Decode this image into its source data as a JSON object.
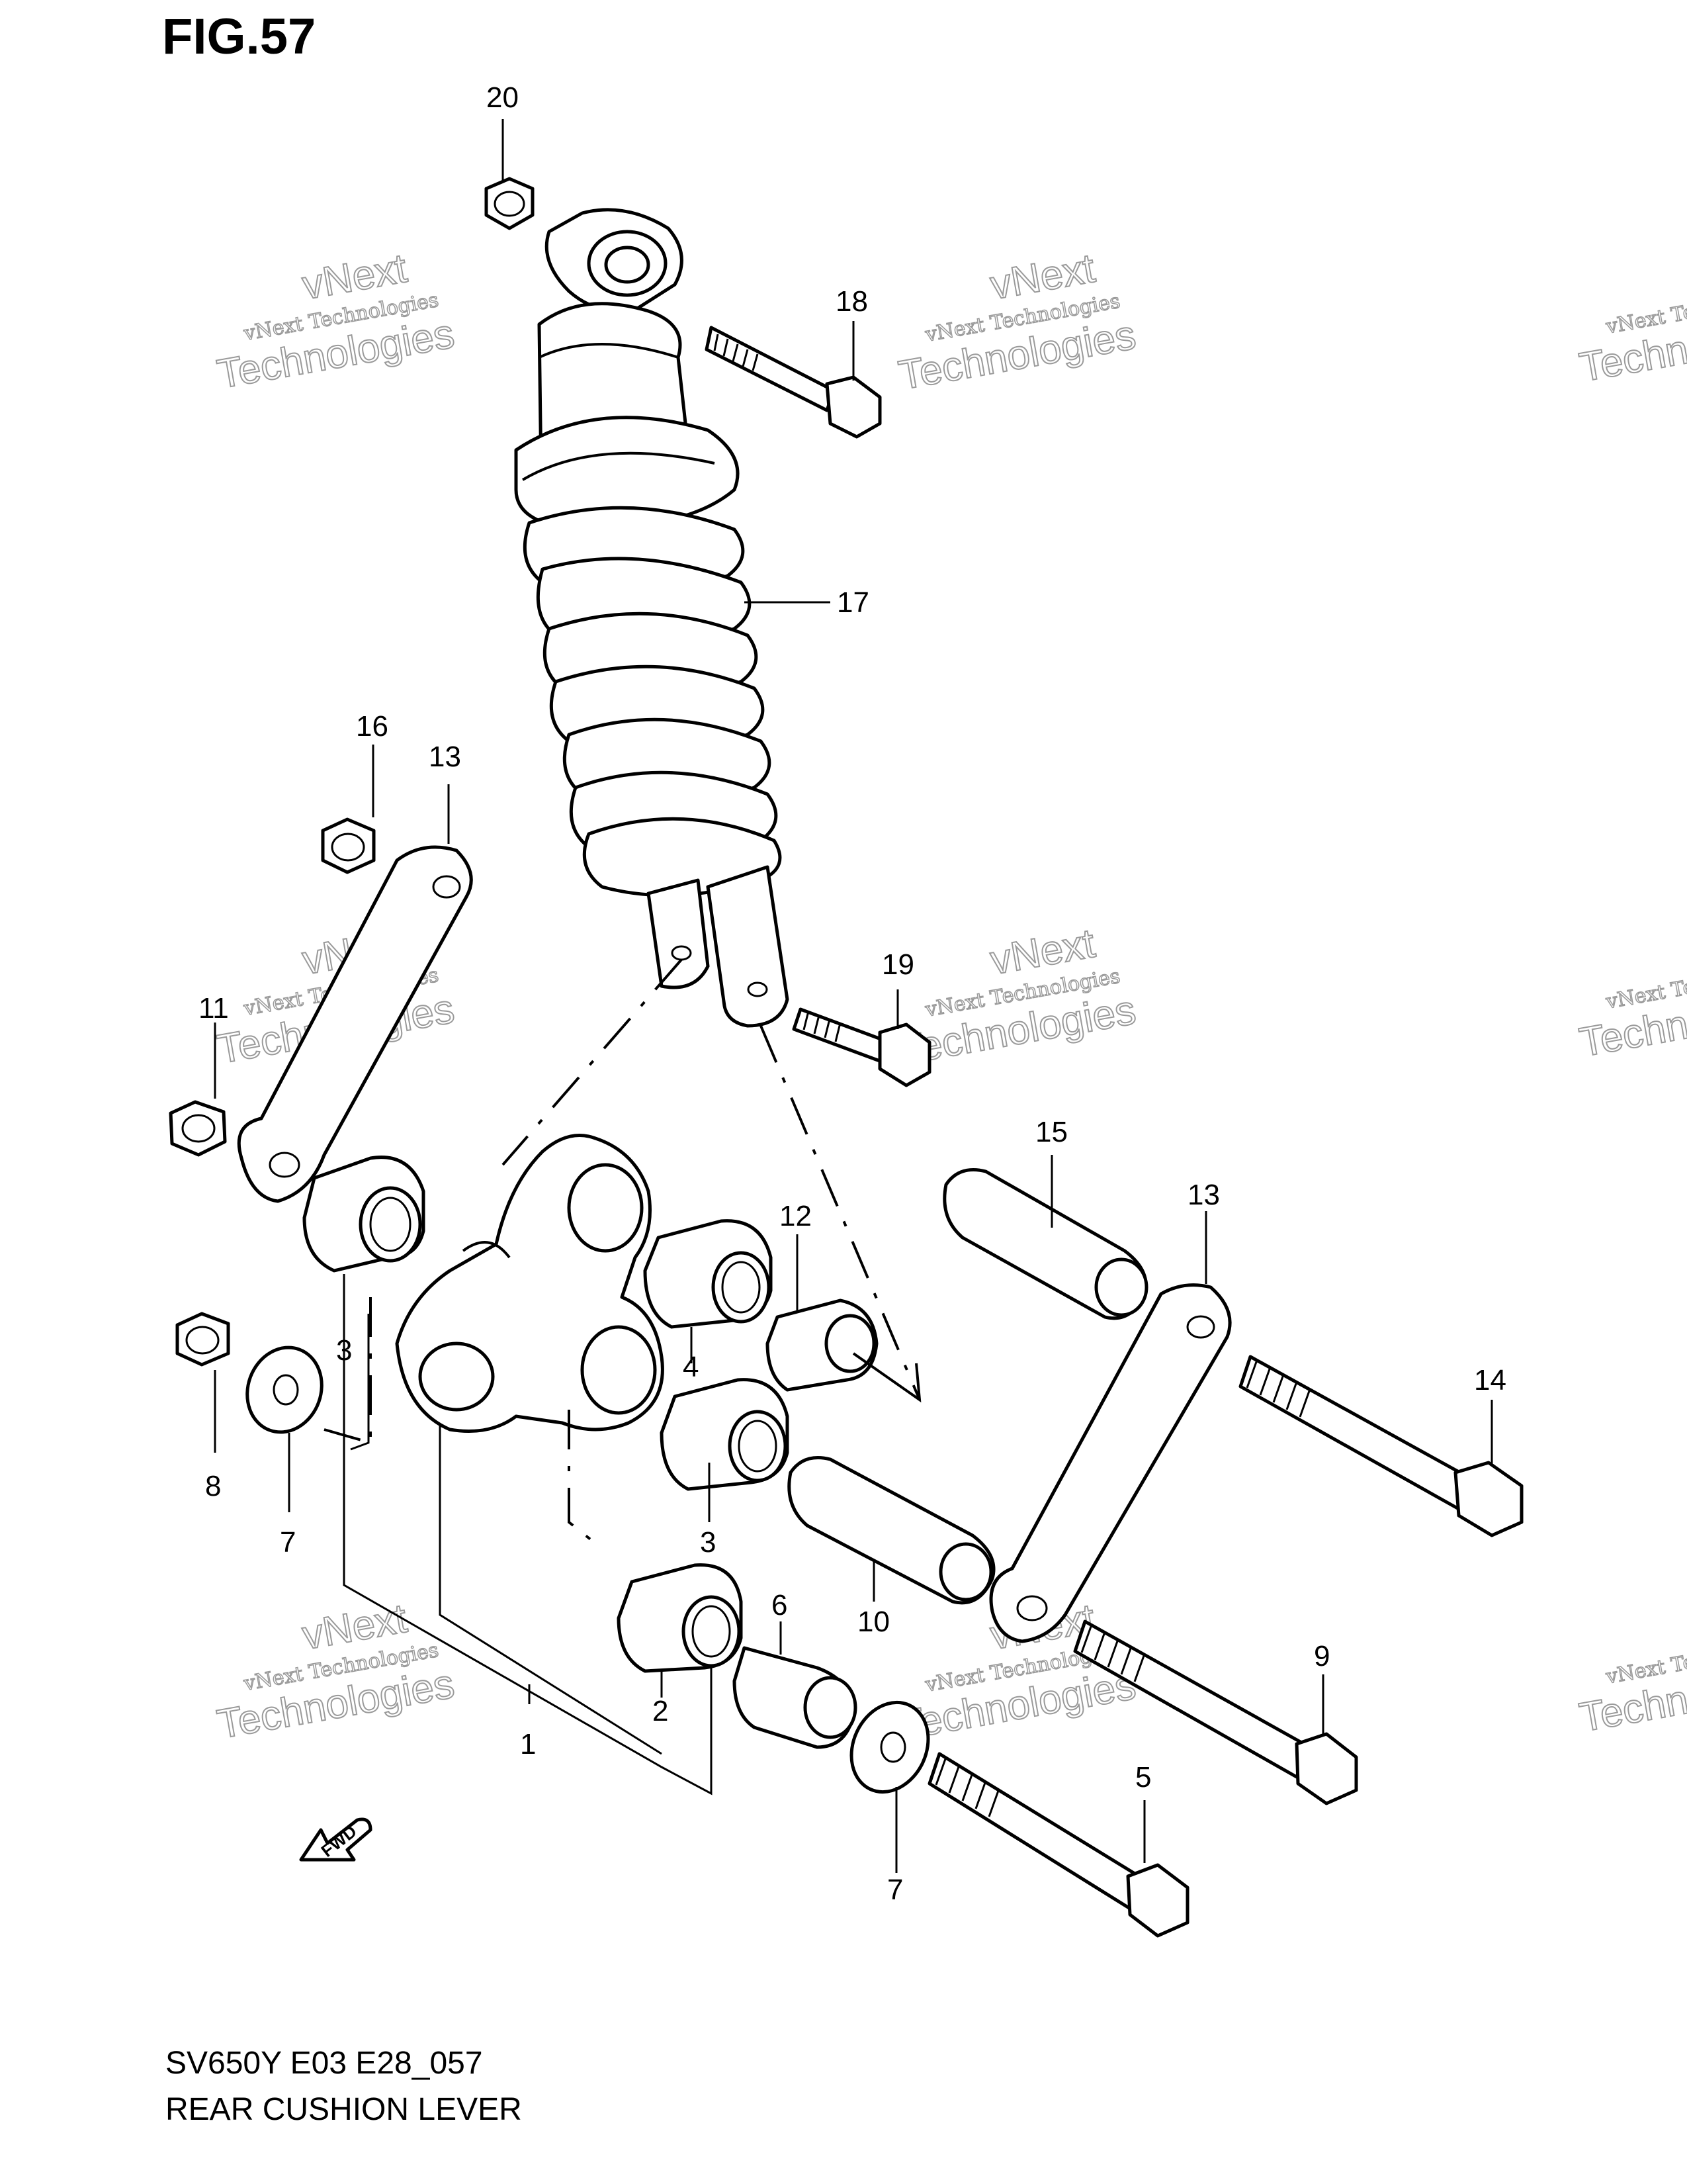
{
  "figure_title": "FIG.57",
  "model_code": "SV650Y E03 E28_057",
  "section_name": "REAR CUSHION LEVER",
  "direction_label": "FWD",
  "watermark": {
    "line1": "vNext Technologies",
    "line2": "Technologies",
    "line3": "vNext"
  },
  "callouts": [
    "20",
    "18",
    "17",
    "16",
    "13",
    "19",
    "11",
    "15",
    "12",
    "13",
    "3",
    "4",
    "14",
    "8",
    "7",
    "3",
    "10",
    "6",
    "9",
    "1",
    "2",
    "5",
    "7"
  ]
}
